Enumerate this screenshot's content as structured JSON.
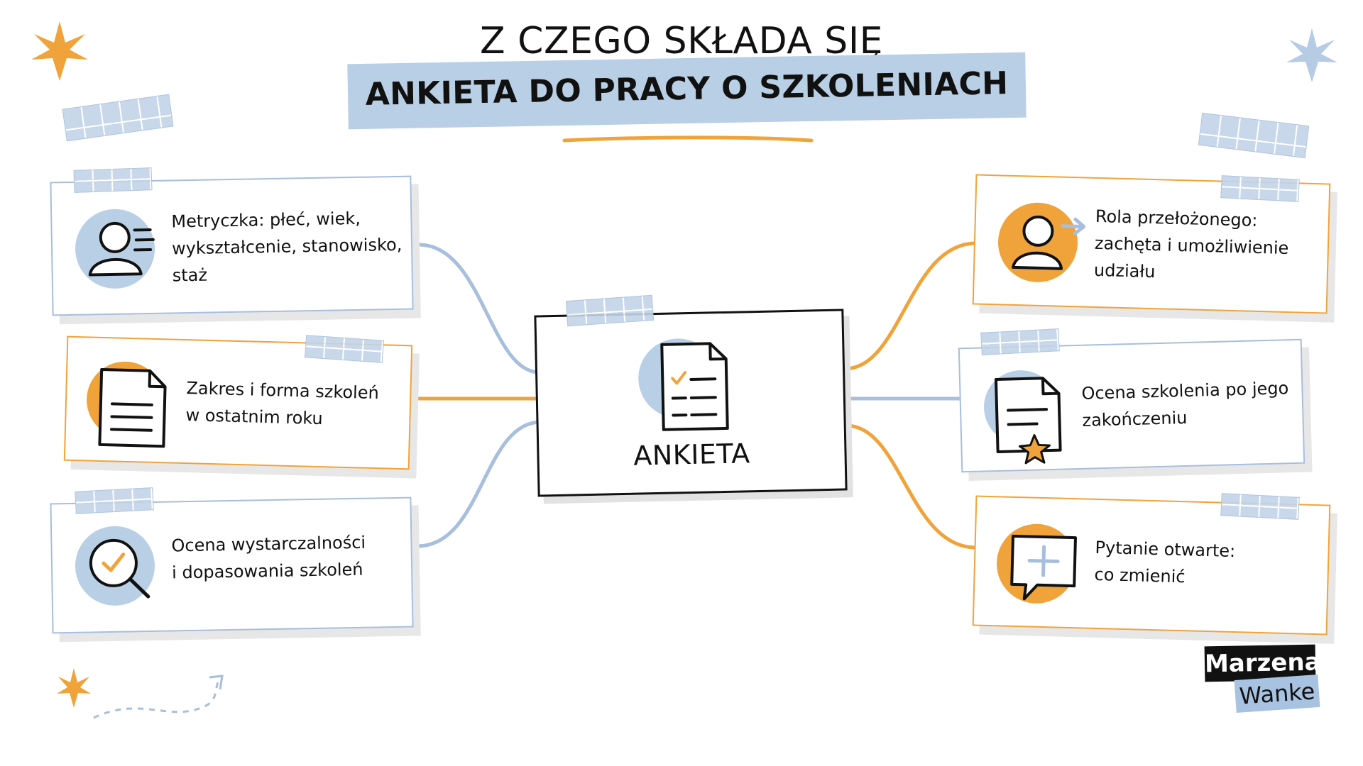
{
  "header": {
    "title": "Z CZEGO SKŁADA SIĘ",
    "subtitle": "ANKIETA DO PRACY O SZKOLENIACH"
  },
  "center": {
    "label": "ANKIETA",
    "icon": "survey-document-icon"
  },
  "items": [
    {
      "lines": [
        "Metryczka: płeć, wiek,",
        "wykształcenie, stanowisko,",
        "staż"
      ],
      "icon": "person-icon",
      "accent": "#a7bedc"
    },
    {
      "lines": [
        "Zakres i forma szkoleń",
        "w ostatnim roku"
      ],
      "icon": "document-icon",
      "accent": "#f0a33a"
    },
    {
      "lines": [
        "Ocena wystarczalności",
        "i dopasowania szkoleń"
      ],
      "icon": "magnifier-check-icon",
      "accent": "#a7bedc"
    },
    {
      "lines": [
        "Rola przełożonego:",
        "zachęta i umożliwienie",
        "udziału"
      ],
      "icon": "person-arrow-icon",
      "accent": "#f0a33a"
    },
    {
      "lines": [
        "Ocena szkolenia po jego",
        "zakończeniu"
      ],
      "icon": "document-star-icon",
      "accent": "#a7bedc"
    },
    {
      "lines": [
        "Pytanie otwarte:",
        "co zmienić"
      ],
      "icon": "speech-bubble-plus-icon",
      "accent": "#f0a33a"
    }
  ],
  "brand": {
    "first": "Marzena",
    "last": "Wanke"
  },
  "colors": {
    "blue": "#a7bedc",
    "light_blue": "#b9cfe6",
    "orange": "#f0a33a",
    "ink": "#111111"
  }
}
